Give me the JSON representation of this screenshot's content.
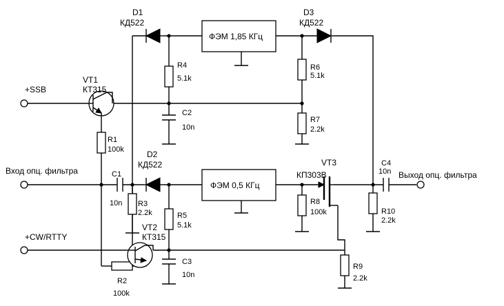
{
  "diagram": {
    "terminals": {
      "ssb": "+SSB",
      "input": "Вход опц. фильтра",
      "cw": "+CW/RTTY",
      "output": "Выход опц. фильтра"
    },
    "filters": {
      "upper": "ФЭМ 1,85 КГц",
      "lower": "ФЭМ 0,5 КГц"
    },
    "diodes": {
      "d1": {
        "ref": "D1",
        "type": "КД522"
      },
      "d2": {
        "ref": "D2",
        "type": "КД522"
      },
      "d3": {
        "ref": "D3",
        "type": "КД522"
      }
    },
    "transistors": {
      "vt1": {
        "ref": "VT1",
        "type": "КТ315"
      },
      "vt2": {
        "ref": "VT2",
        "type": "КТ315"
      },
      "vt3": {
        "ref": "VT3",
        "type": "КП303В"
      }
    },
    "resistors": {
      "r1": {
        "ref": "R1",
        "value": "100k"
      },
      "r2": {
        "ref": "R2",
        "value": "100k"
      },
      "r3": {
        "ref": "R3",
        "value": "2.2k"
      },
      "r4": {
        "ref": "R4",
        "value": "5.1k"
      },
      "r5": {
        "ref": "R5",
        "value": "5.1k"
      },
      "r6": {
        "ref": "R6",
        "value": "5.1k"
      },
      "r7": {
        "ref": "R7",
        "value": "2.2k"
      },
      "r8": {
        "ref": "R8",
        "value": "100k"
      },
      "r9": {
        "ref": "R9",
        "value": "2.2k"
      },
      "r10": {
        "ref": "R10",
        "value": "2.2k"
      }
    },
    "capacitors": {
      "c1": {
        "ref": "C1",
        "value": "10n"
      },
      "c2": {
        "ref": "C2",
        "value": "10n"
      },
      "c3": {
        "ref": "C3",
        "value": "10n"
      },
      "c4": {
        "ref": "C4",
        "value": "10n"
      }
    }
  }
}
